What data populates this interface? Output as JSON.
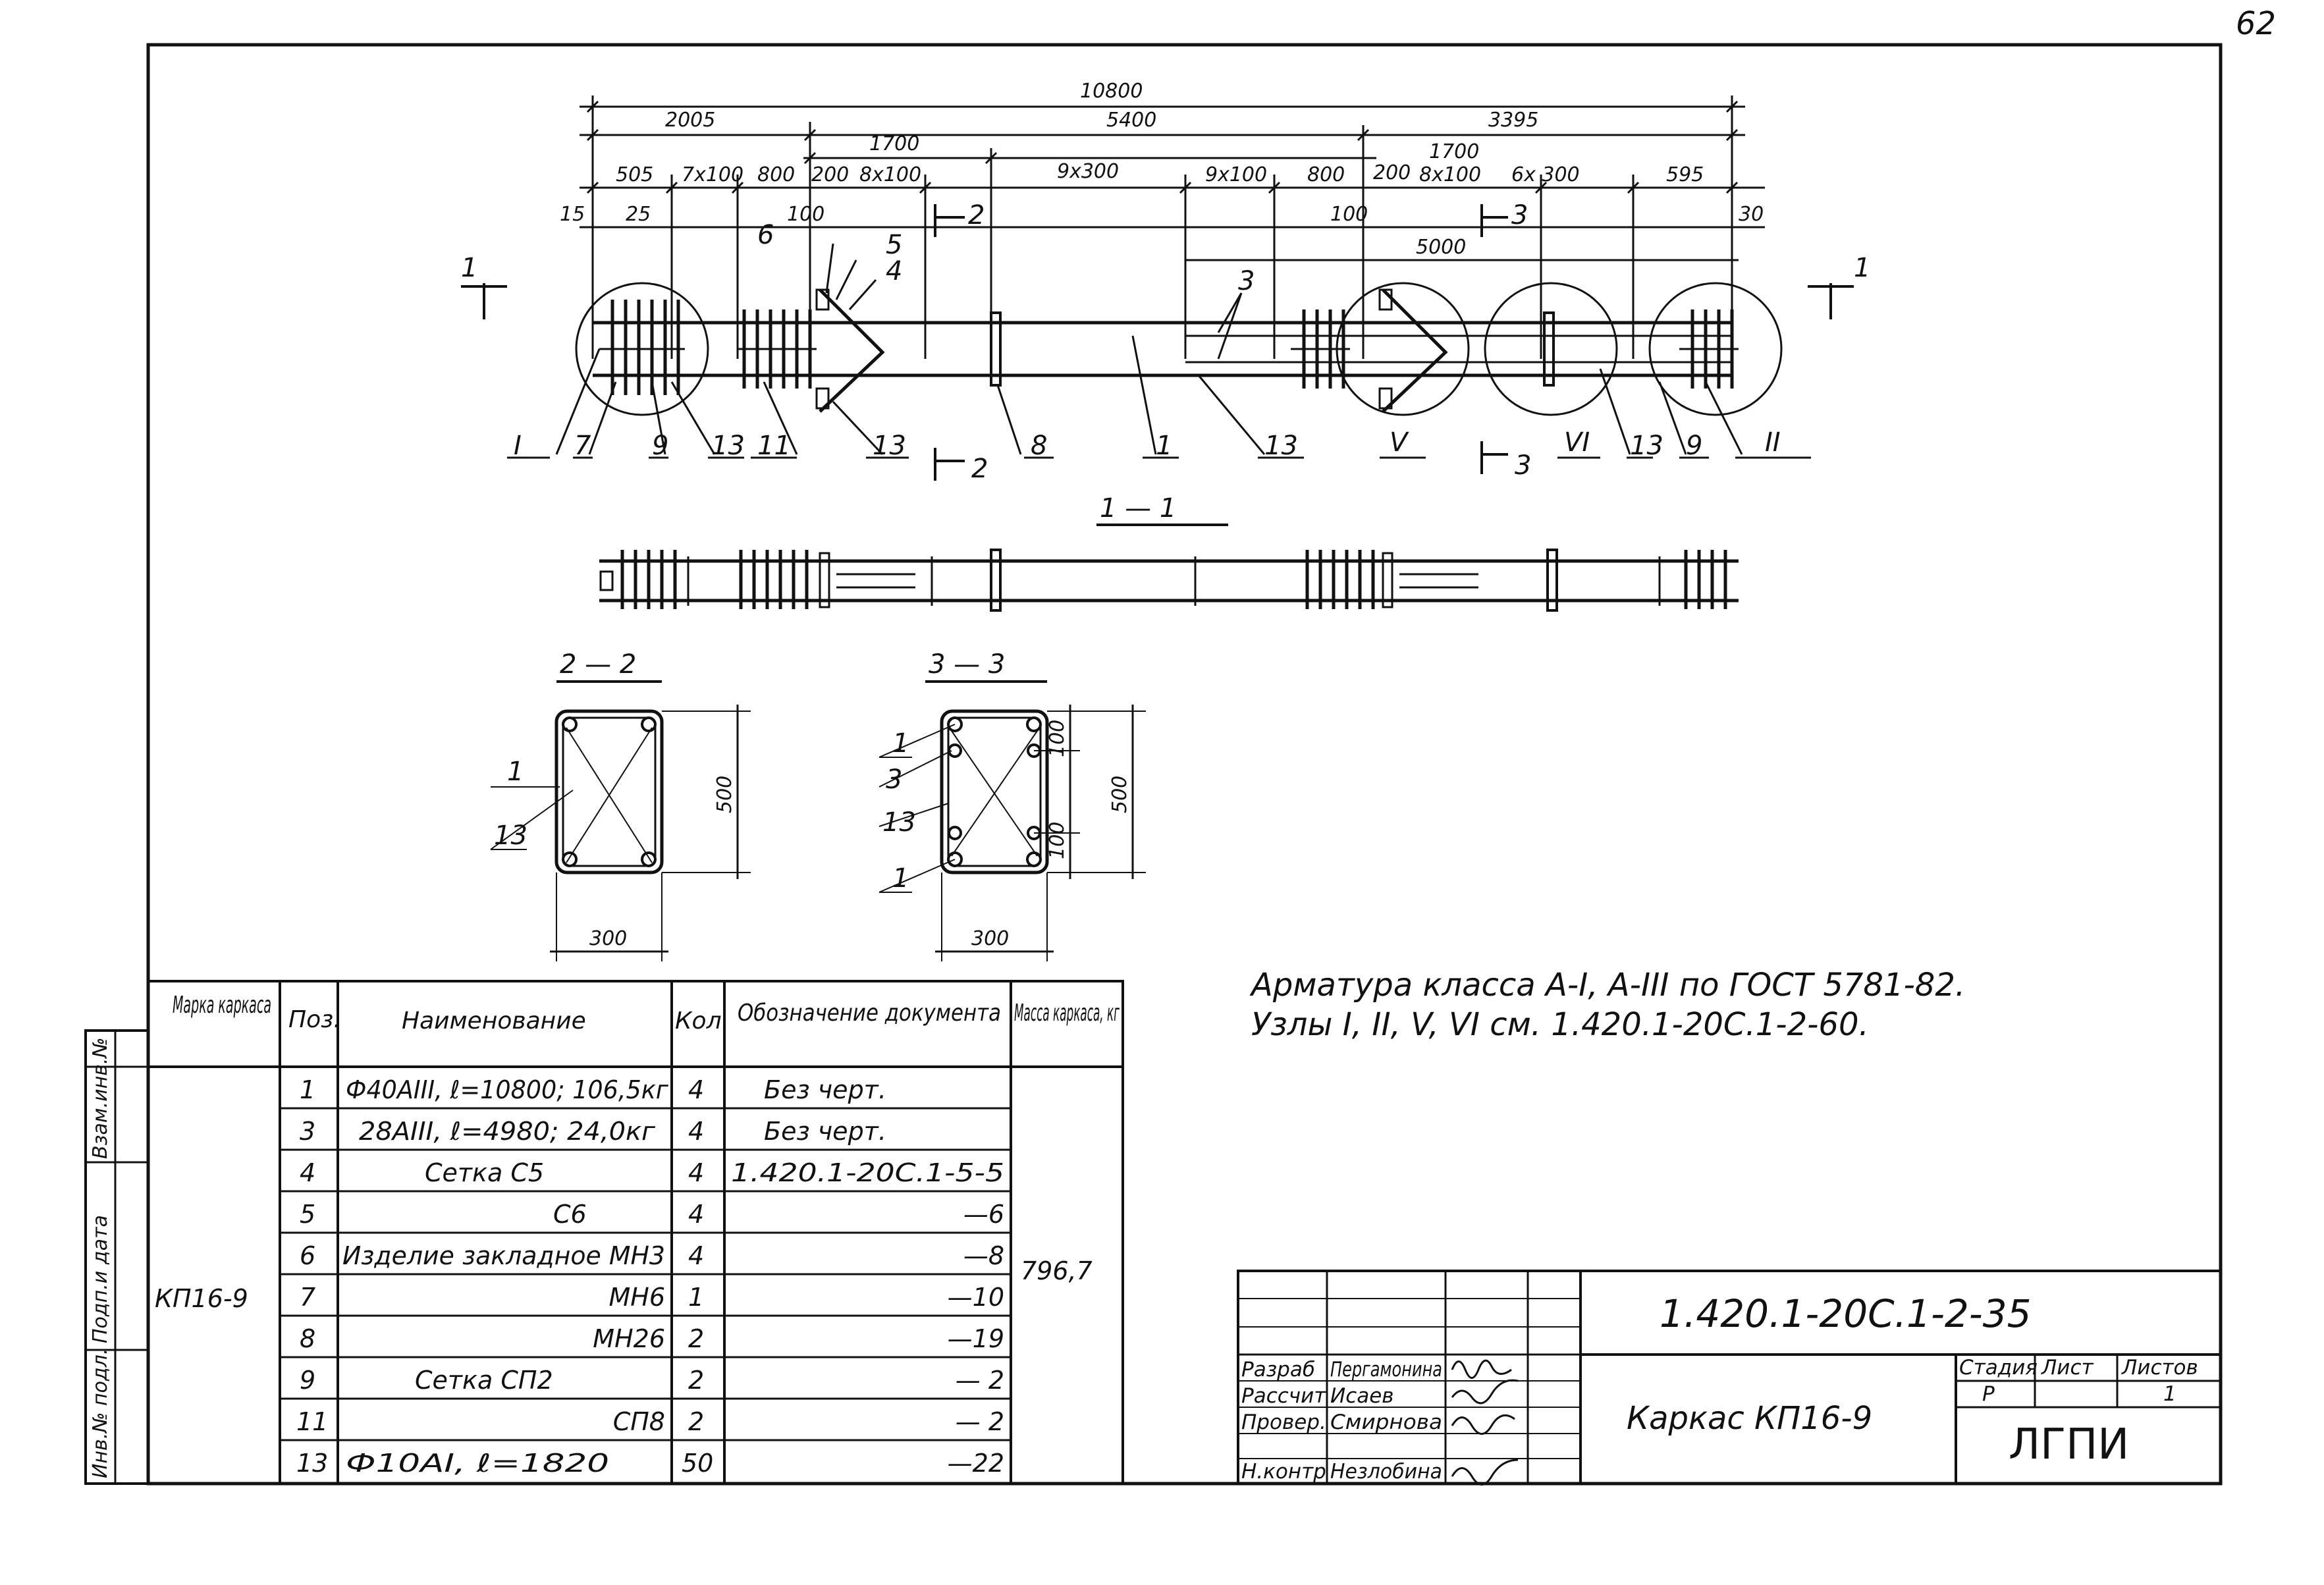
{
  "page_number": "62",
  "dims": {
    "overall": "10800",
    "left_seg": "2005",
    "mid_seg": "5400",
    "right_seg": "3395",
    "left_1700": "1700",
    "right_1700": "1700",
    "d505": "505",
    "d7x100": "7x100",
    "d800a": "800",
    "d200a": "200",
    "d8x100a": "8x100",
    "d9x300": "9x300",
    "d9x100": "9x100",
    "d800b": "800",
    "d200b": "200",
    "d8x100b": "8x100",
    "d6x300": "6x 300",
    "d595": "595",
    "d15": "15",
    "d25": "25",
    "d100a": "100",
    "d100b": "100",
    "d5000": "5000",
    "d30": "30",
    "sec22_w": "300",
    "sec22_h": "500",
    "sec33_w": "300",
    "sec33_h": "500",
    "sec33_100a": "100",
    "sec33_100b": "100"
  },
  "markers": {
    "pos1_label": "1",
    "pos2_label": "2",
    "pos3_label": "3",
    "pos4": "4",
    "pos5": "5",
    "pos6": "6",
    "pos7": "7",
    "pos8": "8",
    "pos9a": "9",
    "pos9b": "9",
    "pos11": "11",
    "pos13a": "13",
    "pos13b": "13",
    "pos13c": "13",
    "pos13d": "13",
    "pos1a": "1",
    "pos3a": "3",
    "node_I": "I",
    "node_II": "II",
    "node_V": "V",
    "node_VI": "VI",
    "sec22_p1": "1",
    "sec22_p13": "13",
    "sec33_p1a": "1",
    "sec33_p3": "3",
    "sec33_p13": "13",
    "sec33_p1b": "1"
  },
  "views": {
    "view11": "1 — 1",
    "view22": "2 — 2",
    "view33": "3 — 3"
  },
  "notes": {
    "line1": "Арматура класса А-I, А-III по ГОСТ 5781-82.",
    "line2": "Узлы I, II, V, VI см. 1.420.1-20С.1-2-60."
  },
  "spec": {
    "headers": {
      "mark": "Марка каркаса",
      "pos": "Поз.",
      "name": "Наименование",
      "qty": "Кол.",
      "doc": "Обозначение документа",
      "mass": "Масса каркаса, кг"
    },
    "mark_value": "КП16-9",
    "mass_value": "796,7",
    "rows": [
      {
        "pos": "1",
        "name": "Ф40АIII, ℓ=10800; 106,5кг",
        "qty": "4",
        "doc": "Без черт."
      },
      {
        "pos": "3",
        "name": "28АIII, ℓ=4980; 24,0кг",
        "qty": "4",
        "doc": "Без черт."
      },
      {
        "pos": "4",
        "name": "Сетка С5",
        "qty": "4",
        "doc": "1.420.1-20С.1-5-5"
      },
      {
        "pos": "5",
        "name": "С6",
        "qty": "4",
        "doc": "—6"
      },
      {
        "pos": "6",
        "name": "Изделие закладное МН3",
        "qty": "4",
        "doc": "—8"
      },
      {
        "pos": "7",
        "name": "МН6",
        "qty": "1",
        "doc": "—10"
      },
      {
        "pos": "8",
        "name": "МН26",
        "qty": "2",
        "doc": "—19"
      },
      {
        "pos": "9",
        "name": "Сетка СП2",
        "qty": "2",
        "doc": "— 2"
      },
      {
        "pos": "11",
        "name": "СП8",
        "qty": "2",
        "doc": "— 2"
      },
      {
        "pos": "13",
        "name": "Ф10АI,   ℓ=1820",
        "qty": "50",
        "doc": "—22"
      }
    ]
  },
  "side_strip": [
    "Взам.инв.№",
    "Подп.и дата",
    "Инв.№ подл."
  ],
  "stamp": {
    "code": "1.420.1-20С.1-2-35",
    "title": "Каркас КП16-9",
    "org": "ЛГПИ",
    "stage_h": "Стадия",
    "sheet_h": "Лист",
    "sheets_h": "Листов",
    "stage": "Р",
    "sheets": "1",
    "roles": [
      {
        "role": "Разраб",
        "name": "Пергамонина"
      },
      {
        "role": "Рассчит",
        "name": "Исаев"
      },
      {
        "role": "Провер.",
        "name": "Смирнова"
      },
      {
        "role": "",
        "name": ""
      },
      {
        "role": "Н.контр",
        "name": "Незлобина"
      }
    ]
  }
}
